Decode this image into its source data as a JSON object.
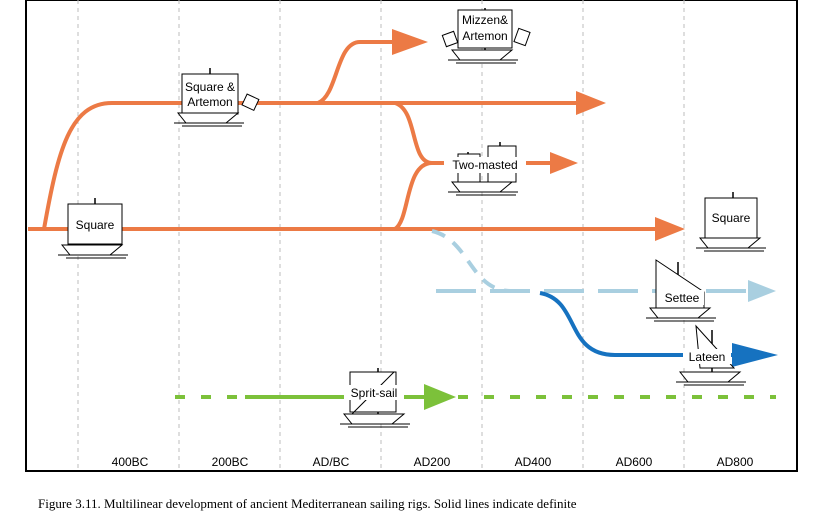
{
  "axis": {
    "ticks": [
      "400BC",
      "200BC",
      "AD/BC",
      "AD200",
      "AD400",
      "AD600",
      "AD800"
    ]
  },
  "rigs": {
    "square_start": "Square",
    "square_artemon": [
      "Square &",
      "Artemon"
    ],
    "mizzen_artemon": [
      "Mizzen&",
      "Artemon"
    ],
    "two_masted": "Two-masted",
    "square_end": "Square",
    "settee": "Settee",
    "lateen": "Lateen",
    "sprit_sail": "Sprit-sail"
  },
  "colors": {
    "orange": "#ec7a45",
    "light_blue": "#a9cfe0",
    "blue": "#1672c0",
    "green": "#7cc13a",
    "gridline": "#bdbdbd"
  },
  "caption": "Figure 3.11. Multilinear development of ancient Mediterranean sailing rigs. Solid lines indicate definite"
}
